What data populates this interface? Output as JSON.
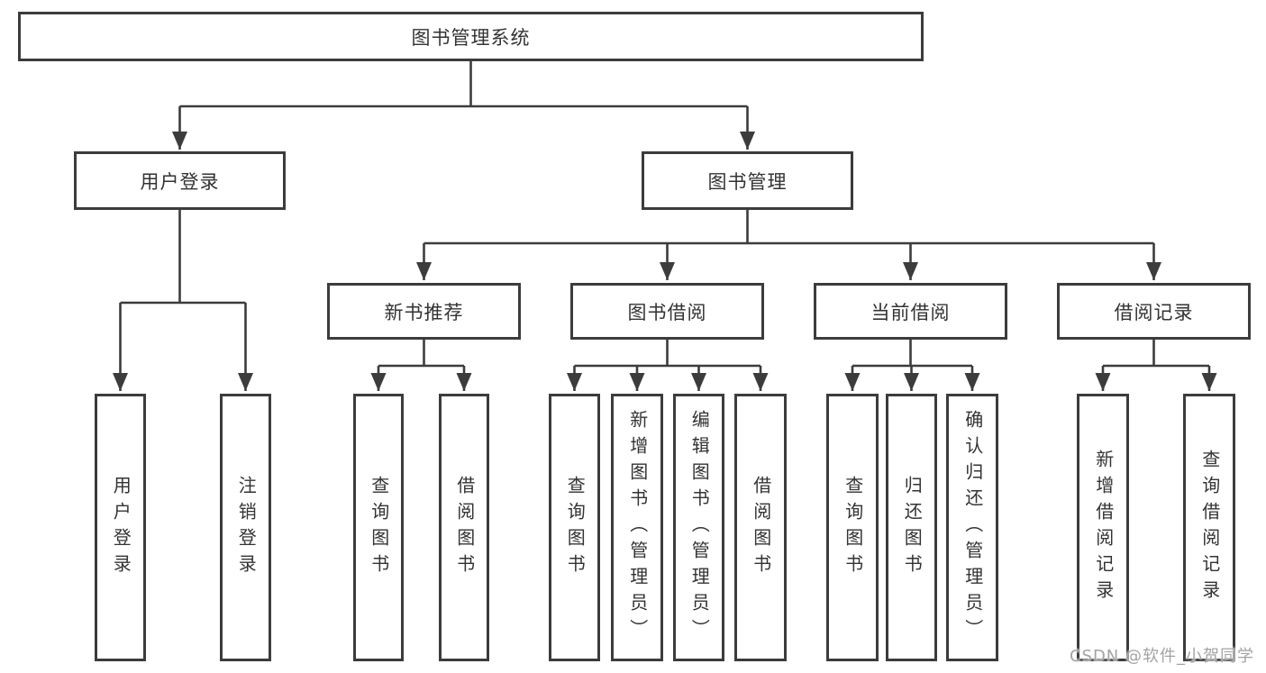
{
  "diagram": {
    "title": "图书管理系统",
    "children": [
      {
        "label": "用户登录",
        "children": [
          {
            "label": "用户登录"
          },
          {
            "label": "注销登录"
          }
        ]
      },
      {
        "label": "图书管理",
        "children": [
          {
            "label": "新书推荐",
            "children": [
              {
                "label": "查询图书"
              },
              {
                "label": "借阅图书"
              }
            ]
          },
          {
            "label": "图书借阅",
            "children": [
              {
                "label": "查询图书"
              },
              {
                "label": "新增图书（管理员）"
              },
              {
                "label": "编辑图书（管理员）"
              },
              {
                "label": "借阅图书"
              }
            ]
          },
          {
            "label": "当前借阅",
            "children": [
              {
                "label": "查询图书"
              },
              {
                "label": "归还图书"
              },
              {
                "label": "确认归还（管理员）"
              }
            ]
          },
          {
            "label": "借阅记录",
            "children": [
              {
                "label": "新增借阅记录"
              },
              {
                "label": "查询借阅记录"
              }
            ]
          }
        ]
      }
    ]
  },
  "watermark": "CSDN @软件_小贺同学",
  "colors": {
    "line": "#3c3c3c",
    "text": "#333333",
    "background": "#ffffff",
    "watermark": "#a3a3a3"
  }
}
